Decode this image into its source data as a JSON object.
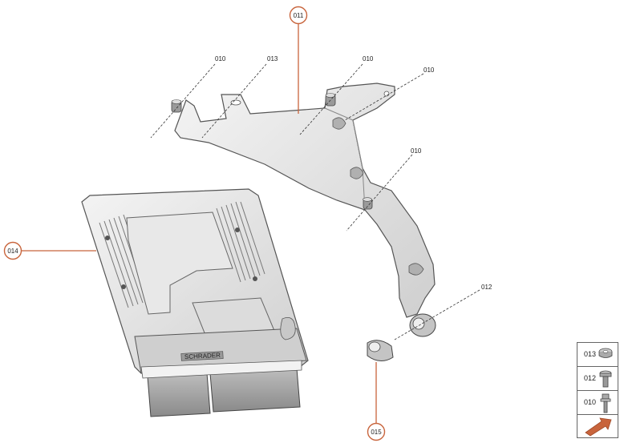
{
  "callouts": {
    "c011": "011",
    "c014": "014",
    "c015": "015"
  },
  "labels": {
    "l010a": "010",
    "l013": "013",
    "l010b": "010",
    "l010c": "010",
    "l010d": "010",
    "l012": "012"
  },
  "ecu_brand": "SCHRADER",
  "legend": {
    "items": [
      {
        "code": "013",
        "icon": "nut-icon"
      },
      {
        "code": "012",
        "icon": "bolt-icon"
      },
      {
        "code": "010",
        "icon": "screw-icon"
      }
    ],
    "arrow_icon": "direction-arrow-icon"
  },
  "colors": {
    "callout": "#c8643c",
    "part_fill": "#e4e4e4",
    "part_stroke": "#555555"
  }
}
